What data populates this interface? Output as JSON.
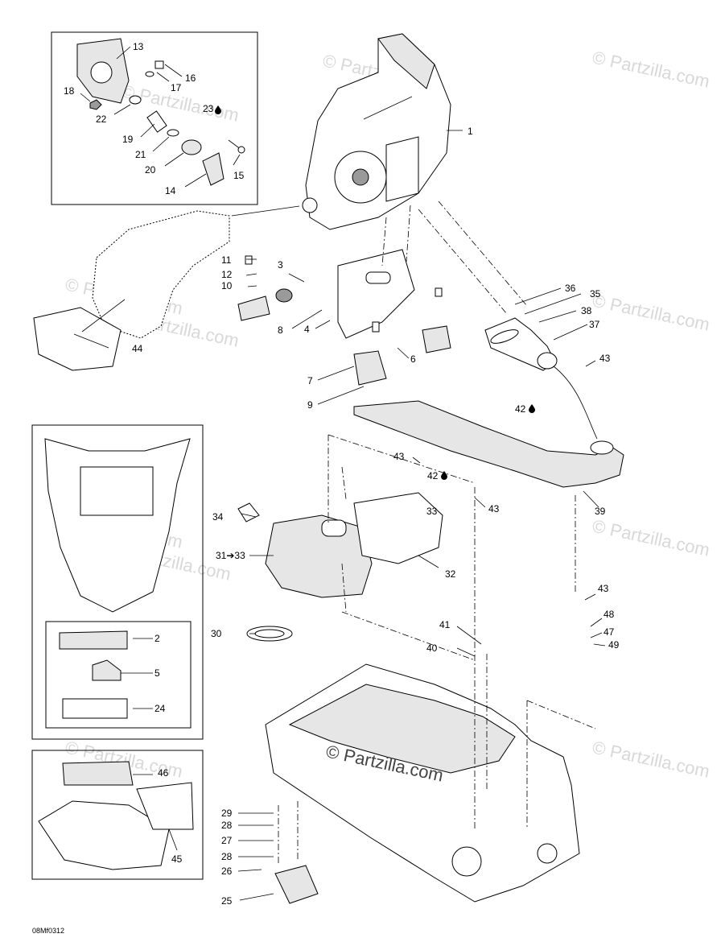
{
  "watermark": {
    "text": "© Partzilla.com",
    "center_text": "© Partzilla.com"
  },
  "drawing_code": "08Mf0312",
  "callouts": [
    {
      "id": "c1",
      "text": "1"
    },
    {
      "id": "c2",
      "text": "2"
    },
    {
      "id": "c3",
      "text": "3"
    },
    {
      "id": "c4",
      "text": "4"
    },
    {
      "id": "c5",
      "text": "5"
    },
    {
      "id": "c6",
      "text": "6"
    },
    {
      "id": "c7",
      "text": "7"
    },
    {
      "id": "c8",
      "text": "8"
    },
    {
      "id": "c9",
      "text": "9"
    },
    {
      "id": "c10",
      "text": "10"
    },
    {
      "id": "c11",
      "text": "11"
    },
    {
      "id": "c12",
      "text": "12"
    },
    {
      "id": "c13",
      "text": "13"
    },
    {
      "id": "c14",
      "text": "14"
    },
    {
      "id": "c15",
      "text": "15"
    },
    {
      "id": "c16",
      "text": "16"
    },
    {
      "id": "c17",
      "text": "17"
    },
    {
      "id": "c18",
      "text": "18"
    },
    {
      "id": "c19",
      "text": "19"
    },
    {
      "id": "c20",
      "text": "20"
    },
    {
      "id": "c21",
      "text": "21"
    },
    {
      "id": "c22",
      "text": "22"
    },
    {
      "id": "c23",
      "text": "23"
    },
    {
      "id": "c24",
      "text": "24"
    },
    {
      "id": "c25",
      "text": "25"
    },
    {
      "id": "c26",
      "text": "26"
    },
    {
      "id": "c27",
      "text": "27"
    },
    {
      "id": "c28a",
      "text": "28"
    },
    {
      "id": "c28b",
      "text": "28"
    },
    {
      "id": "c29",
      "text": "29"
    },
    {
      "id": "c30",
      "text": "30"
    },
    {
      "id": "c31",
      "text": "31➔33"
    },
    {
      "id": "c32",
      "text": "32"
    },
    {
      "id": "c33",
      "text": "33"
    },
    {
      "id": "c34",
      "text": "34"
    },
    {
      "id": "c35",
      "text": "35"
    },
    {
      "id": "c36",
      "text": "36"
    },
    {
      "id": "c37",
      "text": "37"
    },
    {
      "id": "c38",
      "text": "38"
    },
    {
      "id": "c39",
      "text": "39"
    },
    {
      "id": "c40",
      "text": "40"
    },
    {
      "id": "c41",
      "text": "41"
    },
    {
      "id": "c42a",
      "text": "42"
    },
    {
      "id": "c42b",
      "text": "42"
    },
    {
      "id": "c43a",
      "text": "43"
    },
    {
      "id": "c43b",
      "text": "43"
    },
    {
      "id": "c43c",
      "text": "43"
    },
    {
      "id": "c43d",
      "text": "43"
    },
    {
      "id": "c44",
      "text": "44"
    },
    {
      "id": "c45",
      "text": "45"
    },
    {
      "id": "c46",
      "text": "46"
    },
    {
      "id": "c47",
      "text": "47"
    },
    {
      "id": "c48",
      "text": "48"
    },
    {
      "id": "c49",
      "text": "49"
    }
  ]
}
